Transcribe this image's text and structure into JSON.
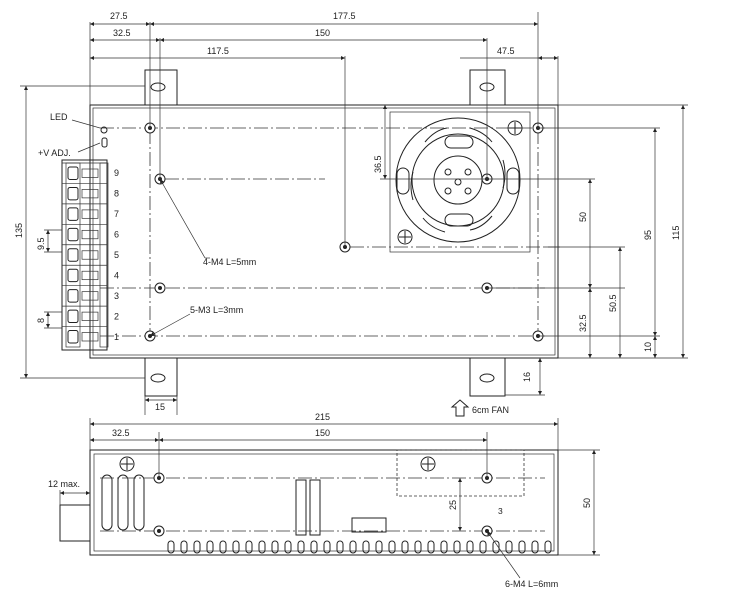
{
  "top_view": {
    "dims": {
      "d27_5": "27.5",
      "d177_5": "177.5",
      "d32_5": "32.5",
      "d150": "150",
      "d117_5": "117.5",
      "d47_5": "47.5",
      "d36_5": "36.5",
      "d135": "135",
      "d9_5": "9.5",
      "d8": "8",
      "d50": "50",
      "d95": "95",
      "d115": "115",
      "d50_5": "50.5",
      "d32_5v": "32.5",
      "d10": "10",
      "d16": "16",
      "d15": "15"
    },
    "labels": {
      "led": "LED",
      "vadj": "+V ADJ.",
      "m4_top": "4-M4 L=5mm",
      "m3": "5-M3 L=3mm",
      "fan": "6cm FAN"
    },
    "terminals": [
      "9",
      "8",
      "7",
      "6",
      "5",
      "4",
      "3",
      "2",
      "1"
    ]
  },
  "side_view": {
    "dims": {
      "d215": "215",
      "d32_5": "32.5",
      "d150": "150",
      "d12max": "12 max.",
      "d25": "25",
      "d50": "50"
    },
    "labels": {
      "m4_side": "6-M4 L=6mm"
    }
  }
}
